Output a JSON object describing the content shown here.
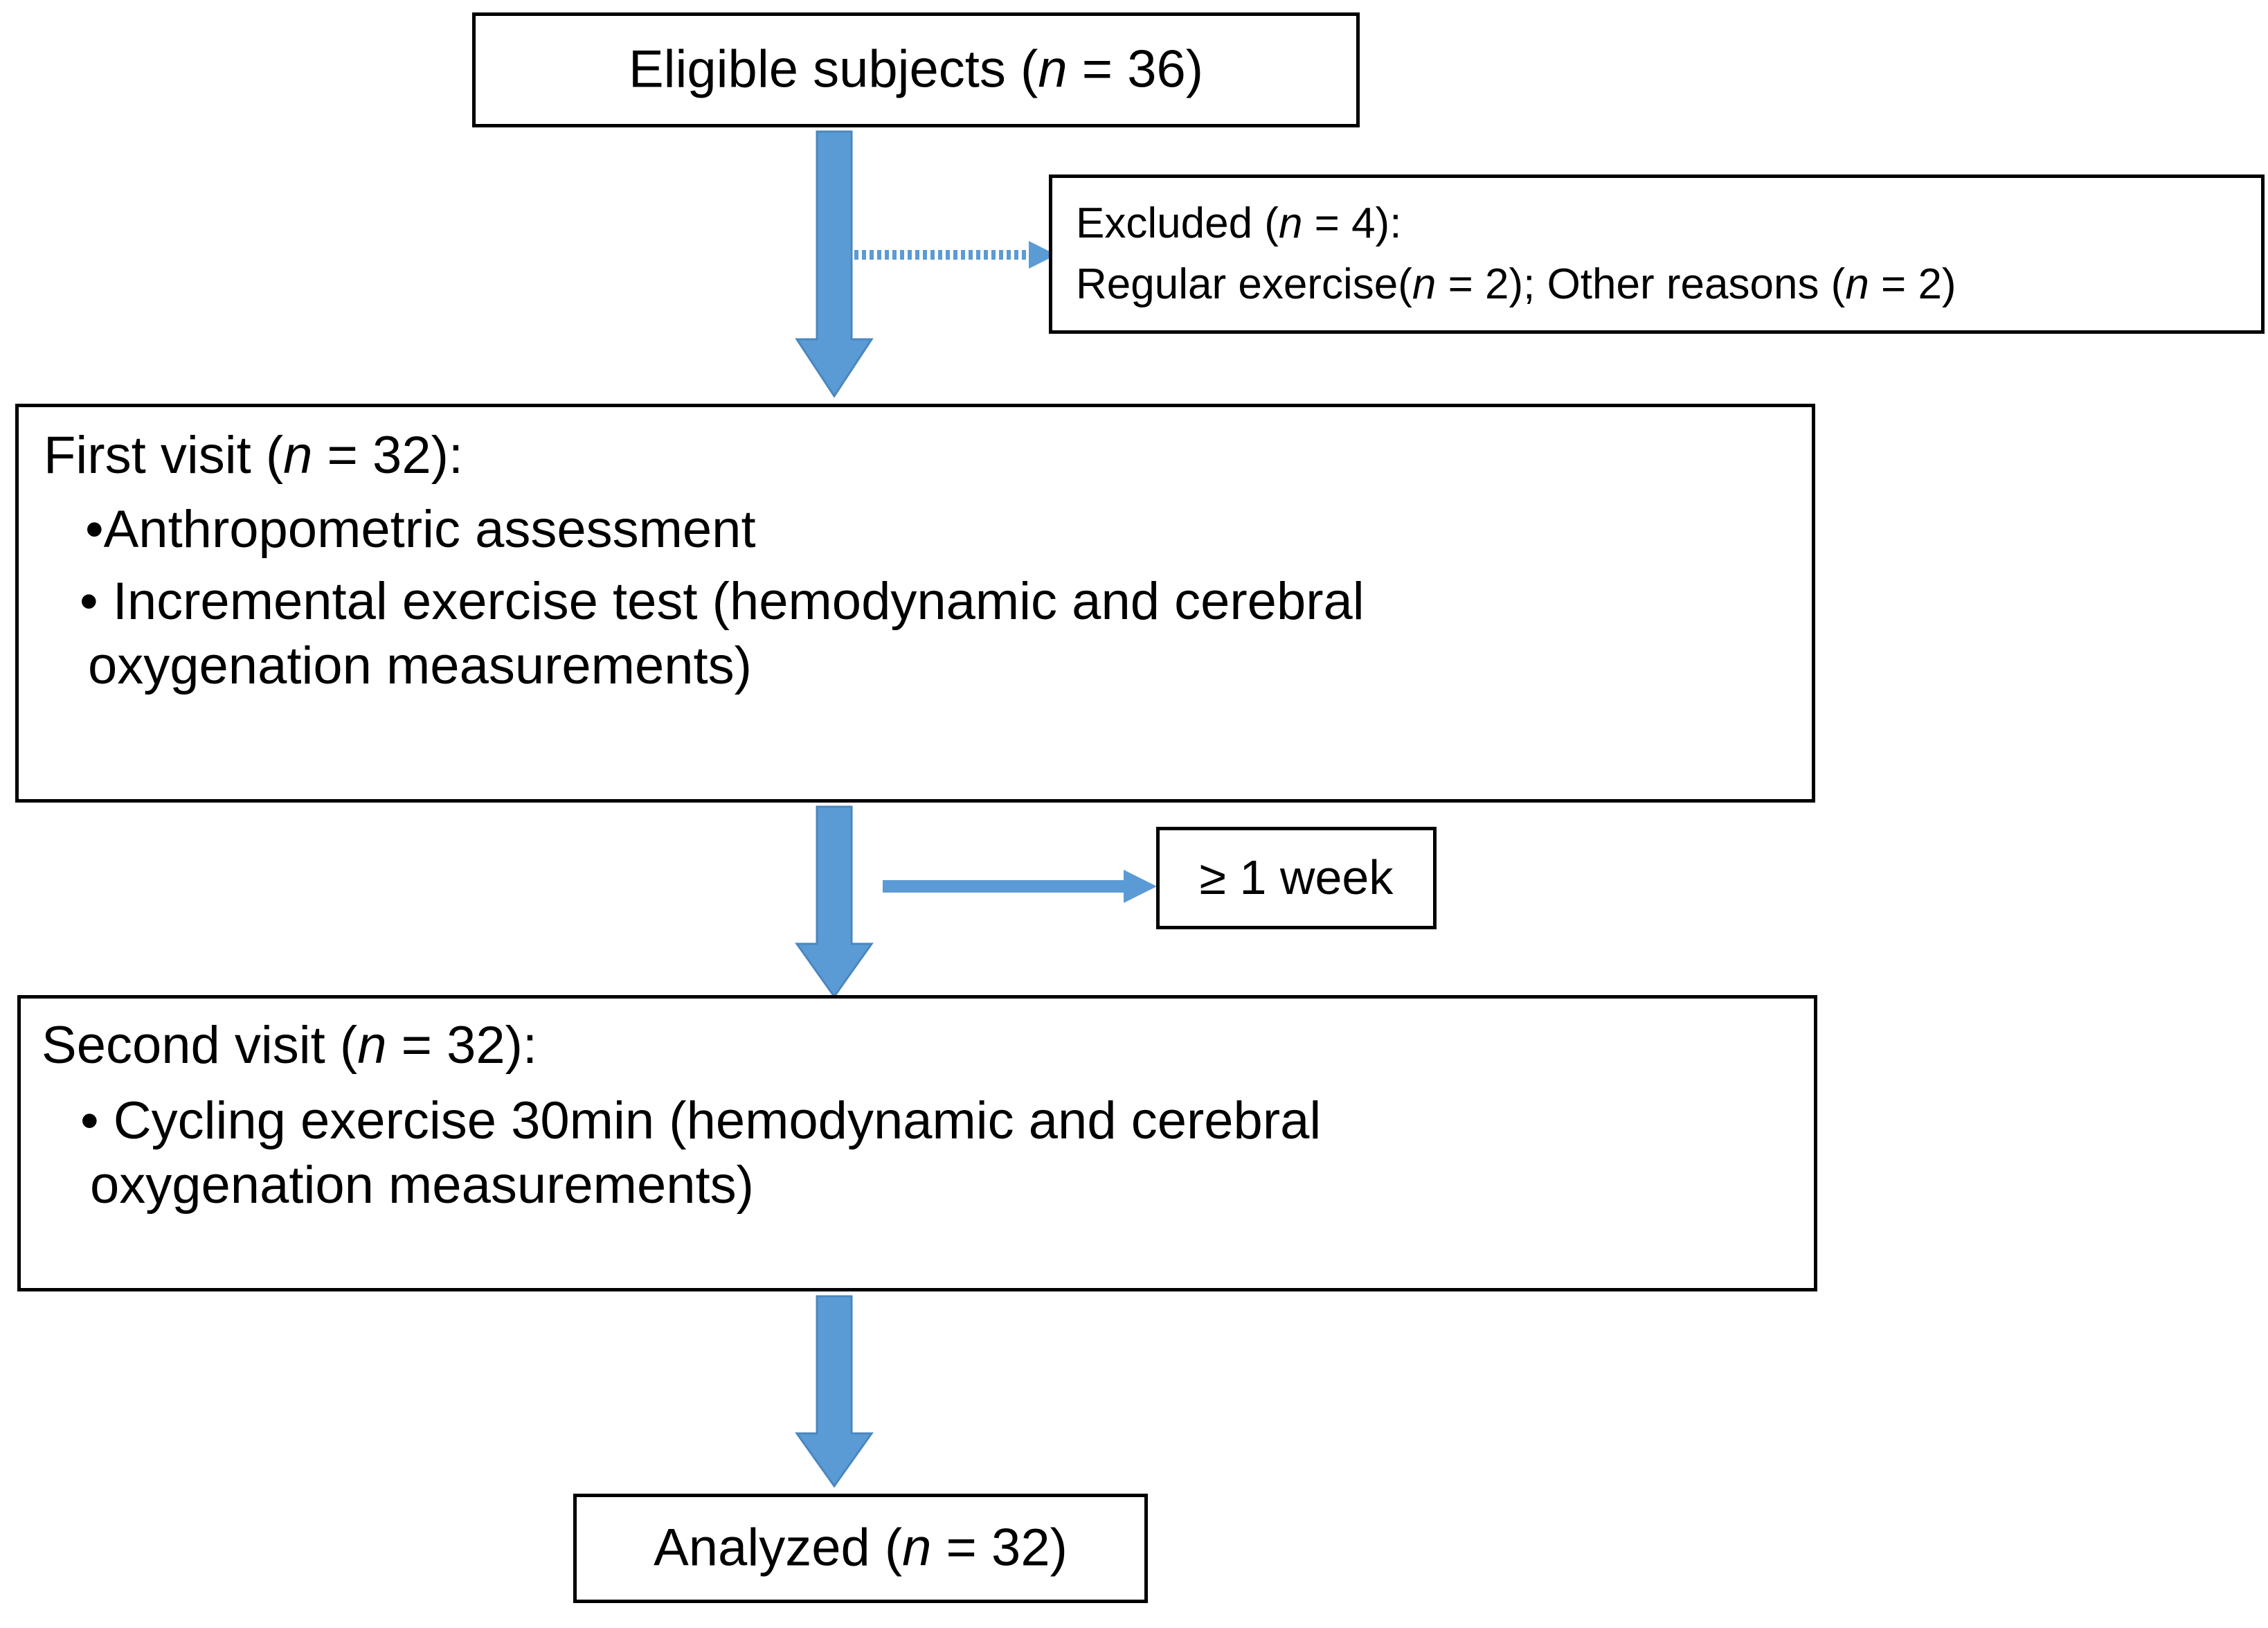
{
  "colors": {
    "arrow_blue": "#5B9BD5",
    "arrow_blue_stroke": "#4A87BE",
    "box_border": "#000000",
    "text": "#000000",
    "background": "#FFFFFF"
  },
  "flowchart": {
    "type": "study-participant-flow-diagram",
    "nodes": {
      "eligible": {
        "label_prefix": "Eligible subjects (",
        "n_symbol": "n",
        "label_suffix": " = 36)",
        "full_text": "Eligible subjects (n = 36)",
        "n_value": 36
      },
      "excluded": {
        "line1_prefix": "Excluded  (",
        "line1_n": "n",
        "line1_suffix": " = 4):",
        "line1_full": "Excluded  (n = 4):",
        "line2_a": "Regular exercise(",
        "line2_a_n": "n",
        "line2_a_suffix": " = 2);  Other reasons (",
        "line2_b_n": "n",
        "line2_b_suffix": " = 2)",
        "line2_full": "Regular exercise(n = 2);  Other reasons (n = 2)",
        "n_value": 4,
        "reasons": [
          {
            "reason": "Regular exercise",
            "n": 2
          },
          {
            "reason": "Other reasons",
            "n": 2
          }
        ]
      },
      "first_visit": {
        "heading_prefix": "First visit (",
        "heading_n": "n",
        "heading_suffix": " = 32):",
        "heading_full": "First visit (n = 32):",
        "n_value": 32,
        "bullets": [
          {
            "marker": "•",
            "text": "Anthropometric assessment"
          },
          {
            "marker": "•",
            "text": "Incremental exercise test (hemodynamic and cerebral",
            "continuation": "oxygenation measurements)"
          }
        ]
      },
      "week_gap": {
        "label": "≥ 1 week"
      },
      "second_visit": {
        "heading_prefix": "Second visit (",
        "heading_n": "n",
        "heading_suffix": " = 32):",
        "heading_full": "Second visit (n = 32):",
        "n_value": 32,
        "bullets": [
          {
            "marker": "•",
            "text": "Cycling exercise 30min (hemodynamic and cerebral",
            "continuation": "oxygenation measurements)"
          }
        ]
      },
      "analyzed": {
        "label_prefix": "Analyzed (",
        "n_symbol": "n",
        "label_suffix": " = 32)",
        "full_text": "Analyzed (n = 32)",
        "n_value": 32
      }
    },
    "connectors": [
      {
        "id": "eligible-to-first-visit",
        "direction": "down",
        "style": "solid-block-arrow"
      },
      {
        "id": "eligible-to-excluded",
        "direction": "right",
        "style": "dotted-thin-arrow"
      },
      {
        "id": "first-visit-to-second-visit",
        "direction": "down",
        "style": "solid-block-arrow"
      },
      {
        "id": "first-visit-to-week-gap",
        "direction": "right",
        "style": "solid-thin-arrow"
      },
      {
        "id": "second-visit-to-analyzed",
        "direction": "down",
        "style": "solid-block-arrow"
      }
    ]
  }
}
